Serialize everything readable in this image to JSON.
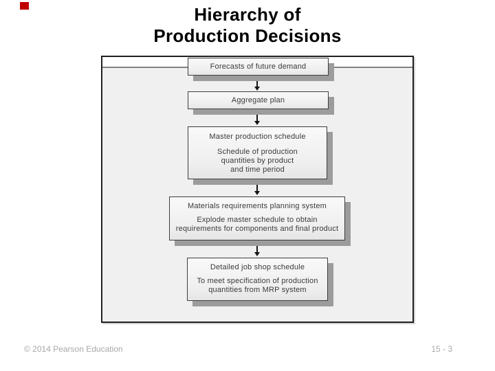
{
  "slide": {
    "title": {
      "line1": "Hierarchy of",
      "line2": "Production Decisions"
    },
    "accent_square_color": "#c00000",
    "footer": {
      "copyright": "© 2014 Pearson Education",
      "page_number": "15 - 3"
    }
  },
  "diagram": {
    "type": "flowchart",
    "direction": "top-down",
    "colors": {
      "node_fill": "#f3f3f3",
      "node_border": "#3c3c3c",
      "node_shadow": "#9c9c9c",
      "panel_background": "#f0f0f0",
      "frame_border": "#1f1f1f"
    },
    "nodes": [
      {
        "id": "forecasts",
        "label": "Forecasts of future demand",
        "body": []
      },
      {
        "id": "aggregate-plan",
        "label": "Aggregate plan",
        "body": []
      },
      {
        "id": "master-production-schedule",
        "label": "Master production schedule",
        "body": [
          "Schedule of production",
          "quantities by product",
          "and time period"
        ]
      },
      {
        "id": "materials-requirements-planning",
        "label": "Materials requirements planning system",
        "body": [
          "Explode master schedule to obtain",
          "requirements for components and final product"
        ]
      },
      {
        "id": "detailed-job-shop-schedule",
        "label": "Detailed job shop schedule",
        "body": [
          "To meet specification of production",
          "quantities from MRP system"
        ]
      }
    ],
    "edges": [
      {
        "from": "forecasts",
        "to": "aggregate-plan"
      },
      {
        "from": "aggregate-plan",
        "to": "master-production-schedule"
      },
      {
        "from": "master-production-schedule",
        "to": "materials-requirements-planning"
      },
      {
        "from": "materials-requirements-planning",
        "to": "detailed-job-shop-schedule"
      }
    ]
  }
}
